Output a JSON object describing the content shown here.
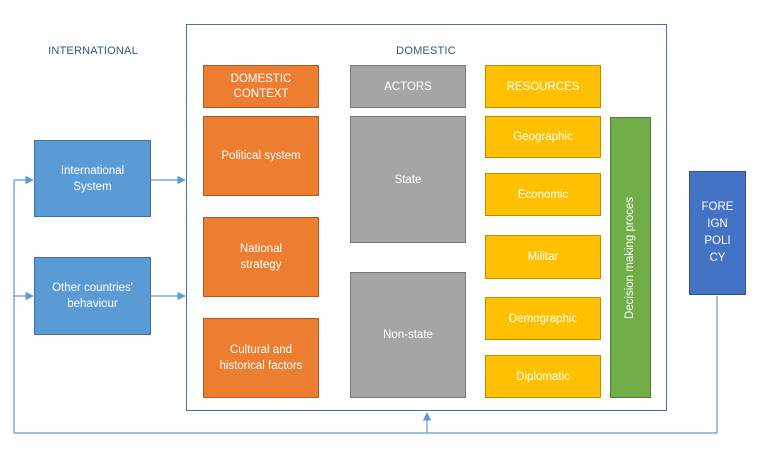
{
  "labels": {
    "international": "INTERNATIONAL",
    "domestic": "DOMESTIC"
  },
  "international_boxes": {
    "system": "International\nSystem",
    "other": "Other countries'\nbehaviour"
  },
  "domestic_context": {
    "header": "DOMESTIC\nCONTEXT",
    "items": [
      "Political system",
      "National\nstrategy",
      "Cultural and\nhistorical factors"
    ]
  },
  "actors": {
    "header": "ACTORS",
    "items": [
      "State",
      "Non-state"
    ]
  },
  "resources": {
    "header": "RESOURCES",
    "items": [
      "Geographic",
      "Economic",
      "Militar",
      "Demographic",
      "Diplomatic"
    ]
  },
  "decision": "Decision making proces",
  "foreign_policy": "FORE\nIGN\nPOLI\nCY",
  "colors": {
    "international_blue": "#5b9bd5",
    "foreign_policy_blue": "#4472c4",
    "context_orange": "#ed7d31",
    "actors_gray": "#a5a5a5",
    "resources_yellow": "#ffc000",
    "decision_green": "#70ad47",
    "connector": "#5b9bd5"
  }
}
